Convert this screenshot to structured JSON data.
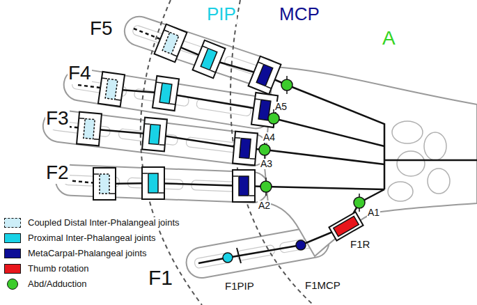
{
  "diagram": {
    "labels": [
      "F5",
      "F4",
      "F3",
      "F2",
      "F1",
      "PIP",
      "MCP",
      "A",
      "A5",
      "A4",
      "A3",
      "A2",
      "A1",
      "F1R",
      "F1MCP",
      "F1PIP"
    ],
    "legend": [
      {
        "text": "Coupled Distal Inter-Phalangeal joints",
        "color": "#cdeef8"
      },
      {
        "text": "Proximal Inter-Phalangeal joints",
        "color": "#19d2e6"
      },
      {
        "text": "MetaCarpal-Phalangeal joints",
        "color": "#0c0c96"
      },
      {
        "text": "Thumb rotation",
        "color": "#e8161c"
      },
      {
        "text": "Abd/Adduction",
        "color": "#3ccc2c"
      }
    ]
  }
}
